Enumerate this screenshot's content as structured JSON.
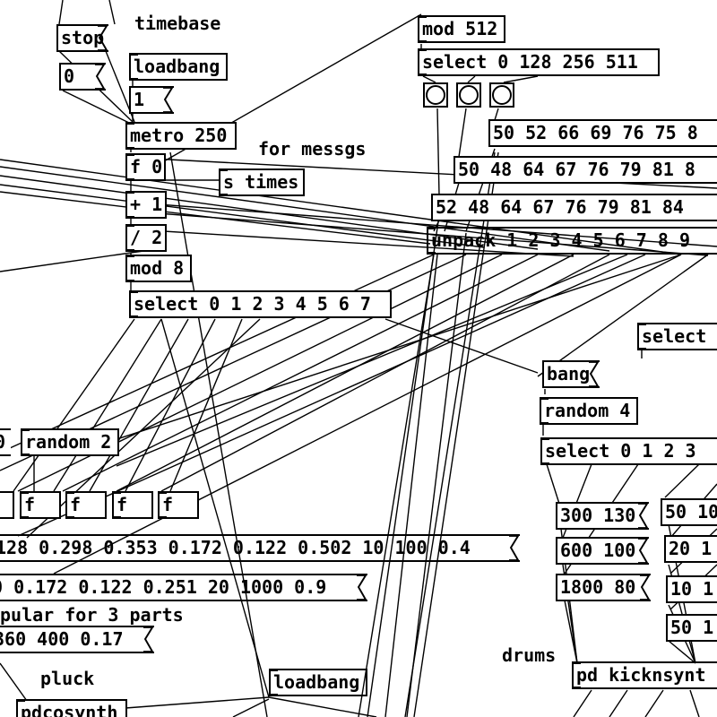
{
  "patch": {
    "comments": {
      "timebase": "timebase",
      "for_messgs": "for messgs",
      "drums": "drums",
      "pluck": "pluck",
      "pupular": "pular for 3 parts"
    },
    "objects": {
      "stop": "stop",
      "zero_msg": "0",
      "loadbang_top": "loadbang",
      "one_msg": "1",
      "metro": "metro 250",
      "f0": "f 0",
      "s_times": "s times",
      "plus1": "+ 1",
      "div2": "/ 2",
      "mod8": "mod 8",
      "select8": "select 0 1 2 3 4 5 6 7",
      "mod512": "mod 512",
      "select_512": "select 0 128 256 511",
      "seq1": "50 52 66 69 76 75 8",
      "seq2": "50 48 64 67 76 79 81 8",
      "seq3": "52 48 64 67 76 79 81 84",
      "unpack": "unpack 1 2 3 4 5 6 7 8 9",
      "select_right": "select",
      "bang": "bang",
      "random4": "random 4",
      "select4": "select 0 1 2 3",
      "msg300": "300 130",
      "msg600": "600 100",
      "msg1800": "1800 80",
      "msg50r": "50 10",
      "msg20r": "20 1",
      "msg10r": "10 1",
      "msg50r2": "50 1",
      "pd_kick": "pd kicknsynt",
      "zero_left": "0",
      "random2": "random 2",
      "f_box": "f",
      "list1": "128 0.298 0.353 0.172 0.122 0.502 10 100 0.4",
      "list2": "0 0.172 0.122 0.251 20 1000 0.9",
      "list3": " 360 400 0.17",
      "loadbang_bottom": "loadbang",
      "pdcosynth": "pdcosynth"
    }
  }
}
